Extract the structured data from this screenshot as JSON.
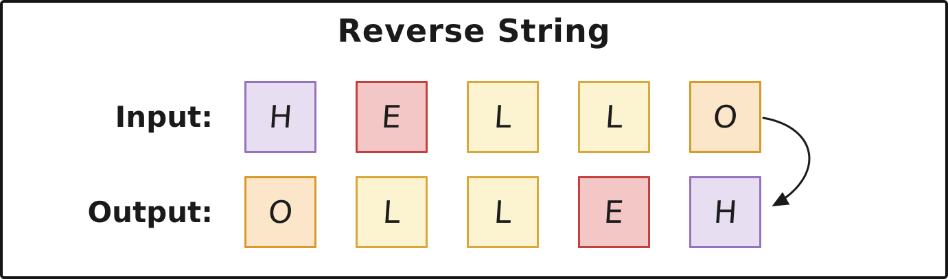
{
  "title": "Reverse String",
  "rows": {
    "input": {
      "label": "Input:",
      "cells": [
        {
          "letter": "H",
          "style": "purple"
        },
        {
          "letter": "E",
          "style": "red"
        },
        {
          "letter": "L",
          "style": "yellow"
        },
        {
          "letter": "L",
          "style": "yellow"
        },
        {
          "letter": "O",
          "style": "orange"
        }
      ]
    },
    "output": {
      "label": "Output:",
      "cells": [
        {
          "letter": "O",
          "style": "orange"
        },
        {
          "letter": "L",
          "style": "yellow"
        },
        {
          "letter": "L",
          "style": "yellow"
        },
        {
          "letter": "E",
          "style": "red"
        },
        {
          "letter": "H",
          "style": "purple"
        }
      ]
    }
  },
  "palette": {
    "purple": {
      "border": "#9673BE",
      "fill": "#E8DEF1"
    },
    "red": {
      "border": "#C4403F",
      "fill": "#F4C7C7"
    },
    "yellow": {
      "border": "#D9A83C",
      "fill": "#FCF3D0"
    },
    "orange": {
      "border": "#D89A28",
      "fill": "#FBE6C9"
    }
  },
  "arrow": {
    "description": "curved arrow from last input cell (O) to last output cell (H)",
    "color": "#1a1a1a"
  },
  "frame": {
    "background": "#ffffff",
    "border_color": "#161616"
  }
}
